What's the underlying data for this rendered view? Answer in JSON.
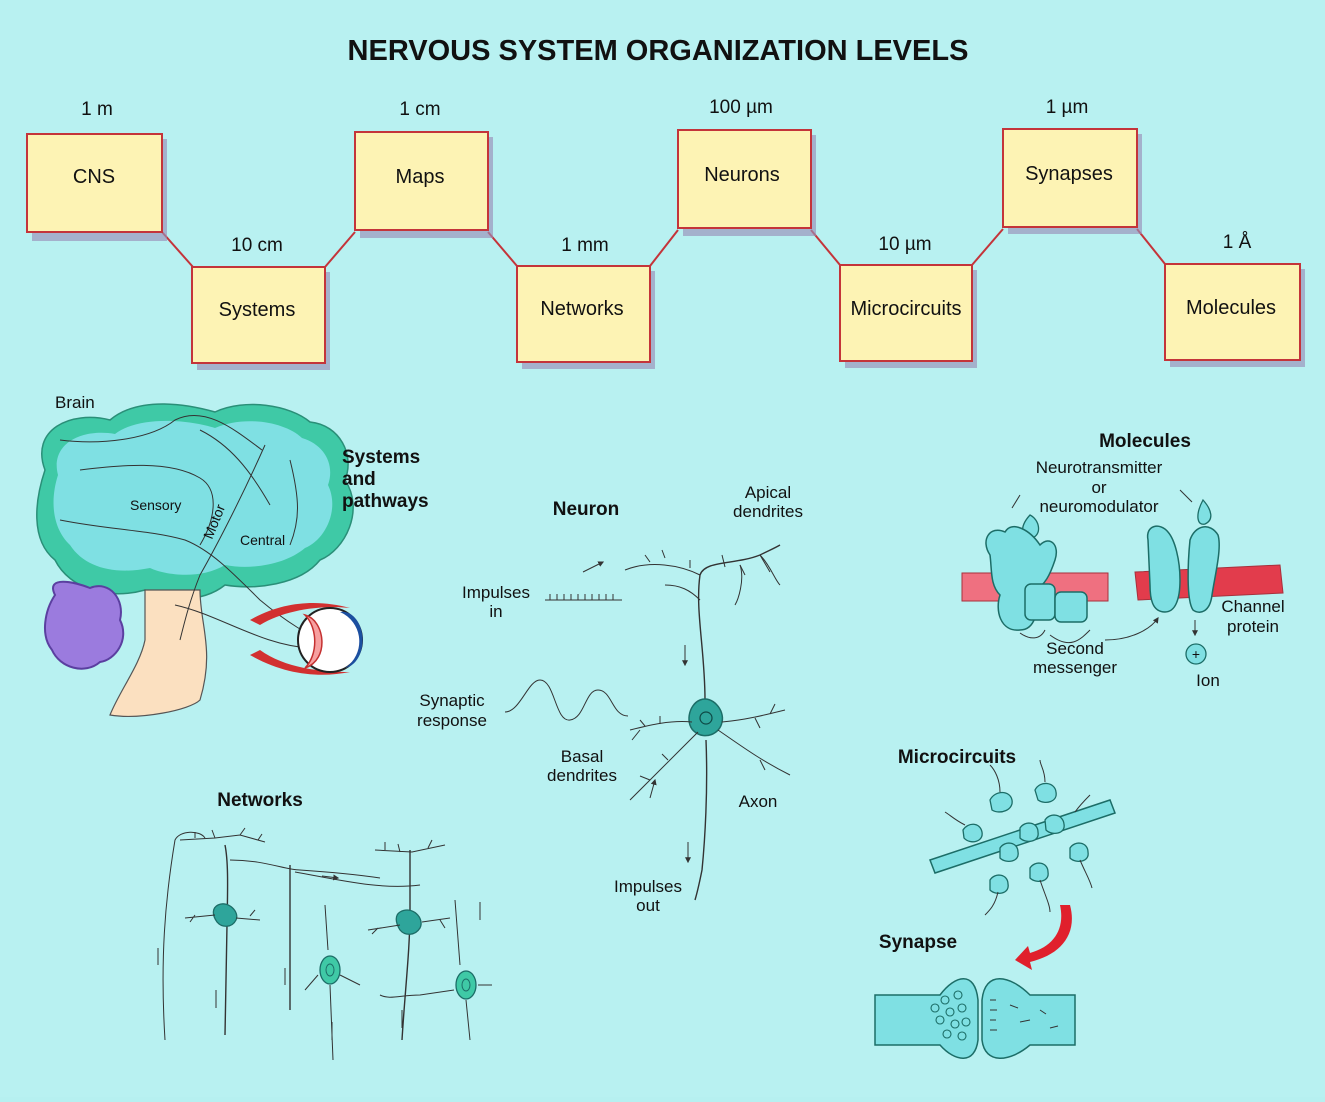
{
  "title": "NERVOUS SYSTEM ORGANIZATION LEVELS",
  "levels": [
    {
      "name": "CNS",
      "scale": "1 m"
    },
    {
      "name": "Systems",
      "scale": "10 cm"
    },
    {
      "name": "Maps",
      "scale": "1 cm"
    },
    {
      "name": "Networks",
      "scale": "1 mm"
    },
    {
      "name": "Neurons",
      "scale": "100 µm"
    },
    {
      "name": "Microcircuits",
      "scale": "10 µm"
    },
    {
      "name": "Synapses",
      "scale": "1 µm"
    },
    {
      "name": "Molecules",
      "scale": "1 Å"
    }
  ],
  "brain": {
    "title": "Brain",
    "sensory": "Sensory",
    "motor": "Motor",
    "central": "Central",
    "systems_line1": "Systems",
    "systems_line2": "and",
    "systems_line3": "pathways"
  },
  "neuron": {
    "title": "Neuron",
    "apical_line1": "Apical",
    "apical_line2": "dendrites",
    "impulses_in_line1": "Impulses",
    "impulses_in_line2": "in",
    "synaptic_line1": "Synaptic",
    "synaptic_line2": "response",
    "basal_line1": "Basal",
    "basal_line2": "dendrites",
    "axon": "Axon",
    "impulses_out_line1": "Impulses",
    "impulses_out_line2": "out"
  },
  "networks": {
    "title": "Networks"
  },
  "molecules": {
    "title": "Molecules",
    "nt_line1": "Neurotransmitter",
    "nt_line2": "or",
    "nt_line3": "neuromodulator",
    "channel_line1": "Channel",
    "channel_line2": "protein",
    "second_line1": "Second",
    "second_line2": "messenger",
    "ion": "Ion",
    "ion_sign": "+"
  },
  "microcircuits": {
    "title": "Microcircuits"
  },
  "synapse": {
    "title": "Synapse"
  }
}
